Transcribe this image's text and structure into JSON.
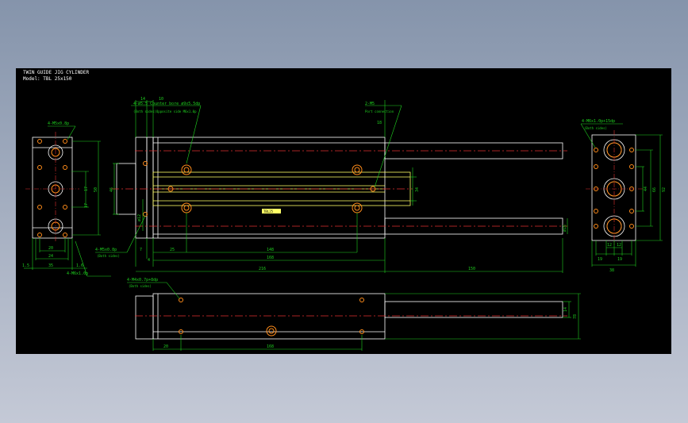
{
  "title": {
    "line1": "TWIN GUIDE JIG CYLINDER",
    "line2": "Model: TBL 25x150"
  },
  "callouts": {
    "left_top": "4-M5x0.8p",
    "left_bottom": "4-M6x1.0p",
    "counterbore_1": "4-ø5.5 Counter bore ø9x5.5dp",
    "counterbore_2": "(Both sides)Opposite side M6x1.0p",
    "ports_1": "2-M5",
    "ports_2": "Port connection",
    "front_bottom_1": "4-M5x0.8p",
    "front_bottom_2": "(Both sides)",
    "right_top_1": "4-M6x1.0p+15dp",
    "right_top_2": "(Both sides)",
    "bottom_view_1": "4-M4x0.7p+8dp",
    "bottom_view_2": "(Both sides)",
    "nameplate": "TBL25"
  },
  "dims": {
    "left_view": [
      "17",
      "17",
      "50",
      "20",
      "24",
      "35",
      "1.5",
      "1.6"
    ],
    "front_view": [
      "14",
      "10",
      "18",
      "46",
      "34",
      "ø12",
      "ø16",
      "7",
      "25",
      "148",
      "168",
      "4",
      "216",
      "150"
    ],
    "right_view": [
      "44",
      "66",
      "92",
      "12",
      "12",
      "19",
      "19",
      "38"
    ],
    "bottom_view": [
      "14",
      "78",
      "20",
      "168"
    ]
  },
  "colors": {
    "canvas": "#000000",
    "outline": "#ffffff",
    "yellow": "#ffff66",
    "green": "#1fd11f",
    "centerline": "#e03030",
    "hole": "#ff8c1a"
  }
}
